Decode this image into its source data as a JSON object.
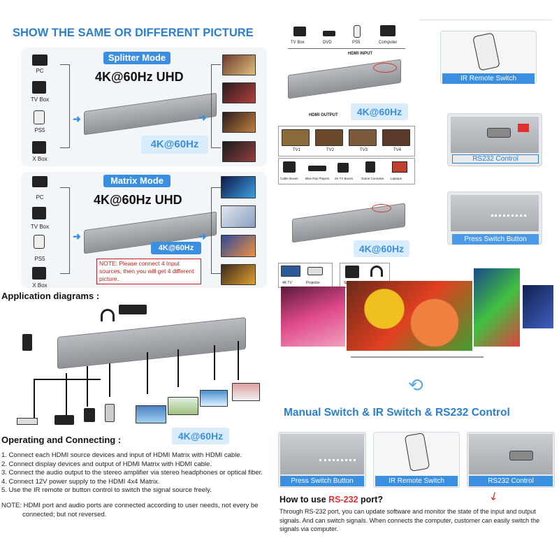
{
  "headline": "SHOW THE SAME OR DIFFERENT PICTURE",
  "splitter": {
    "mode_label": "Splitter Mode",
    "resolution": "4K@60Hz UHD",
    "badge": "4K@60Hz",
    "sources": [
      "PC",
      "TV Box",
      "PS5",
      "X Box"
    ]
  },
  "matrix": {
    "mode_label": "Matrix Mode",
    "resolution": "4K@60Hz UHD",
    "badge": "4K@60Hz",
    "note": "NOTE: Please connect 4 Input sources, then you will get 4 different picture.",
    "sources": [
      "PC",
      "TV Box",
      "PS5",
      "X Box"
    ]
  },
  "topright": {
    "sources": [
      "TV Box",
      "DVD",
      "PS5",
      "Computer"
    ],
    "hdmi_input": "HDMI INPUT",
    "hdmi_output": "HDMI OUTPUT",
    "badge1": "4K@60Hz",
    "tvs": [
      "TV1",
      "TV2",
      "TV3",
      "TV4"
    ],
    "devices": [
      "Cable Boxes",
      "Blue Ray Players",
      "4K TV Boxes",
      "Game Consoles",
      "Laptops"
    ],
    "badge2": "4K@60Hz",
    "outputs": [
      "4K TV",
      "Projector",
      "Speaker",
      "headphone"
    ]
  },
  "side_features": [
    "IR Remote Switch",
    "RS232 Control",
    "Press Switch Button"
  ],
  "app_diagrams": {
    "title": "Application diagrams :",
    "badge": "4K@60Hz"
  },
  "operating": {
    "title": "Operating and Connecting :",
    "steps": [
      "1. Connect each HDMI source devices and input of HDMI Matrix with HDMI cable.",
      "2. Connect display devices and output of HDMI Matrix with HDMI cable.",
      "3. Connect the audio output to the stereo amplifier via stereo headphones or optical fiber.",
      "4. Connect 12V power supply to the HDMI 4x4 Matrix.",
      "5. Use the IR remote or button control to switch the signal source freely."
    ],
    "note_line1": "NOTE: HDMI port and audio ports are connected according to user needs, not every be",
    "note_line2": "connected; but not reversed."
  },
  "manual": {
    "title": "Manual Switch & IR Switch & RS232 Control",
    "captions": [
      "Press Switch Button",
      "IR Remote Switch",
      "RS232 Control"
    ]
  },
  "rs232": {
    "heading_prefix": "How to use ",
    "heading_highlight": "RS-232",
    "heading_suffix": " port?",
    "body": "Through RS-232 port, you can update software and monitor the state of the input and output signals. And can switch signals. When connects the computer, customer can easily switch the signals via computer."
  },
  "colors": {
    "accent": "#2a7fd0",
    "highlight": "#e03030"
  }
}
